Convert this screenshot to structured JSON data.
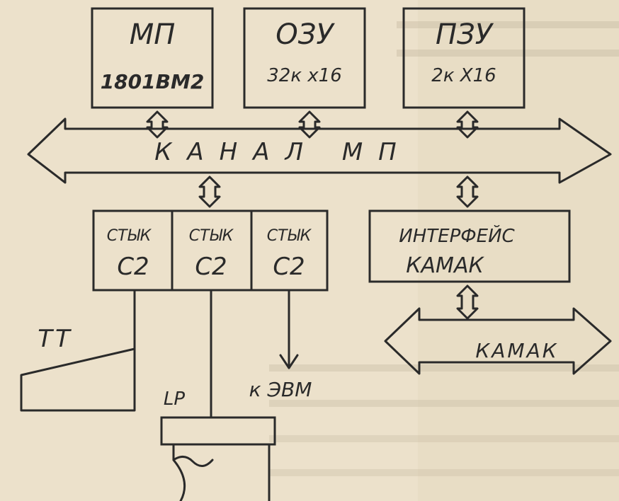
{
  "blocks": {
    "mp": {
      "name": "МП",
      "detail": "1801ВМ2"
    },
    "ozu": {
      "name": "ОЗУ",
      "detail": "32к х16"
    },
    "pzu": {
      "name": "ПЗУ",
      "detail": "2к Х16"
    },
    "interface": {
      "line1": "ИНТЕРФЕЙС",
      "line2": "КАМАК"
    }
  },
  "bus": {
    "main": "КАНАЛ  МП",
    "camac": "КАМАК"
  },
  "ports": [
    {
      "top": "СТЫК",
      "bottom": "С2"
    },
    {
      "top": "СТЫК",
      "bottom": "С2"
    },
    {
      "top": "СТЫК",
      "bottom": "С2"
    }
  ],
  "devices": {
    "tt": "ТТ",
    "lp": "LP",
    "evm": "к ЭВМ"
  }
}
